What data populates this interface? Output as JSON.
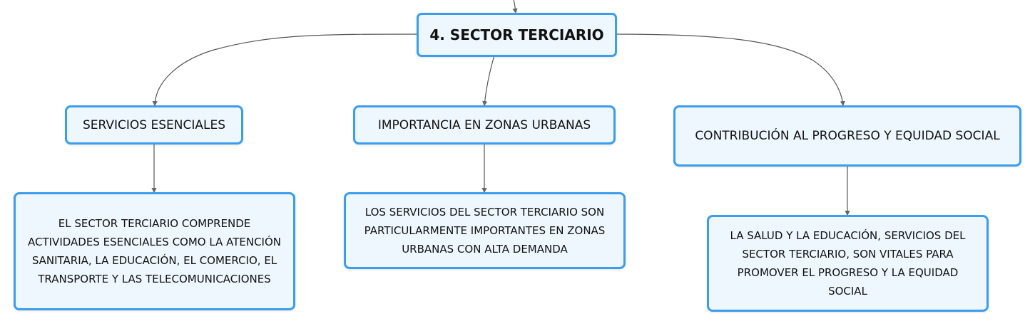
{
  "central": {
    "title": "4. SECTOR TERCIARIO"
  },
  "branches": [
    {
      "title": "SERVICIOS ESENCIALES",
      "detail": "EL SECTOR TERCIARIO COMPRENDE ACTIVIDADES ESENCIALES COMO LA ATENCIÓN SANITARIA, LA EDUCACIÓN, EL COMERCIO, EL TRANSPORTE Y LAS TELECOMUNICACIONES"
    },
    {
      "title": "IMPORTANCIA EN ZONAS URBANAS",
      "detail": "LOS SERVICIOS DEL SECTOR TERCIARIO SON PARTICULARMENTE IMPORTANTES EN ZONAS URBANAS CON ALTA DEMANDA"
    },
    {
      "title": "CONTRIBUCIÓN AL PROGRESO Y EQUIDAD SOCIAL",
      "detail": "LA SALUD Y LA EDUCACIÓN, SERVICIOS DEL SECTOR TERCIARIO, SON VITALES PARA PROMOVER EL PROGRESO Y LA EQUIDAD SOCIAL"
    }
  ],
  "colors": {
    "border": "#3c9dec",
    "fill": "#eef7fd",
    "line": "#555555"
  }
}
